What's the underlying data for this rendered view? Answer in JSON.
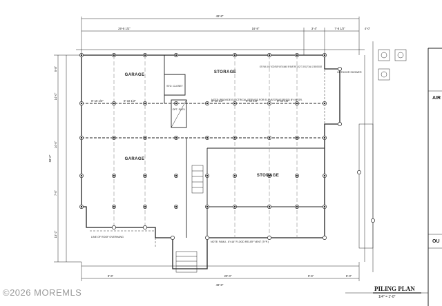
{
  "sheet": {
    "title": "PILING PLAN",
    "scale": "1/4\" = 1'-0\"",
    "watermark": "©2026 MOREMLS",
    "overall_width": "49'-8\"",
    "overall_depth": "58'-0\""
  },
  "rooms": {
    "garage_upper": "GARAGE",
    "storage_upper": "STORAGE",
    "sto_closet": "STO. CLOSET",
    "garage_lower": "GARAGE",
    "storage_lower": "STORAGE",
    "elev": "OPT. ELEV."
  },
  "dims_top": [
    "29'-8 1/2\"",
    "16'-8\"",
    "3'-4\"",
    "7'-8 1/2\"",
    "4'-0\""
  ],
  "dims_mid": [
    "8'-10 1/2\"",
    "8'-10 1/2\"",
    "8'-10 1/2\"",
    "8'-10 1/2\"",
    "8'-10 1/2\""
  ],
  "dims_bottom": [
    "9'-6\"",
    "20'-0\"",
    "9'-6\"",
    "5'-0\""
  ],
  "dims_left": [
    "5'-8\"",
    "14'-0\"",
    "14'-0\"",
    "7'-0\"",
    "15'-2\""
  ],
  "notes": {
    "n1": "NOTE: PROVIDE ELECTRICAL SERVICE FOR ELEVATOR AS REQ'D BY MFGR.",
    "n2": "NOTE: FAMU - 8\"x16\" FLOOD RELIEF VENT (TYP.)",
    "n3": "NOTE: FAMU - 8\"x16\" FLOOD RELIEF VENT AS MANUF. BY SMART VENT (1 SQ. FT. / 200 SQ. FT.) MAX. 12\" ABOVE GRADE",
    "n4": "OUTDOOR SHOWER",
    "n5": "LINE OF ROOF OVERHANG"
  },
  "side_panel": {
    "h1": "AIR",
    "h2": "OU"
  }
}
